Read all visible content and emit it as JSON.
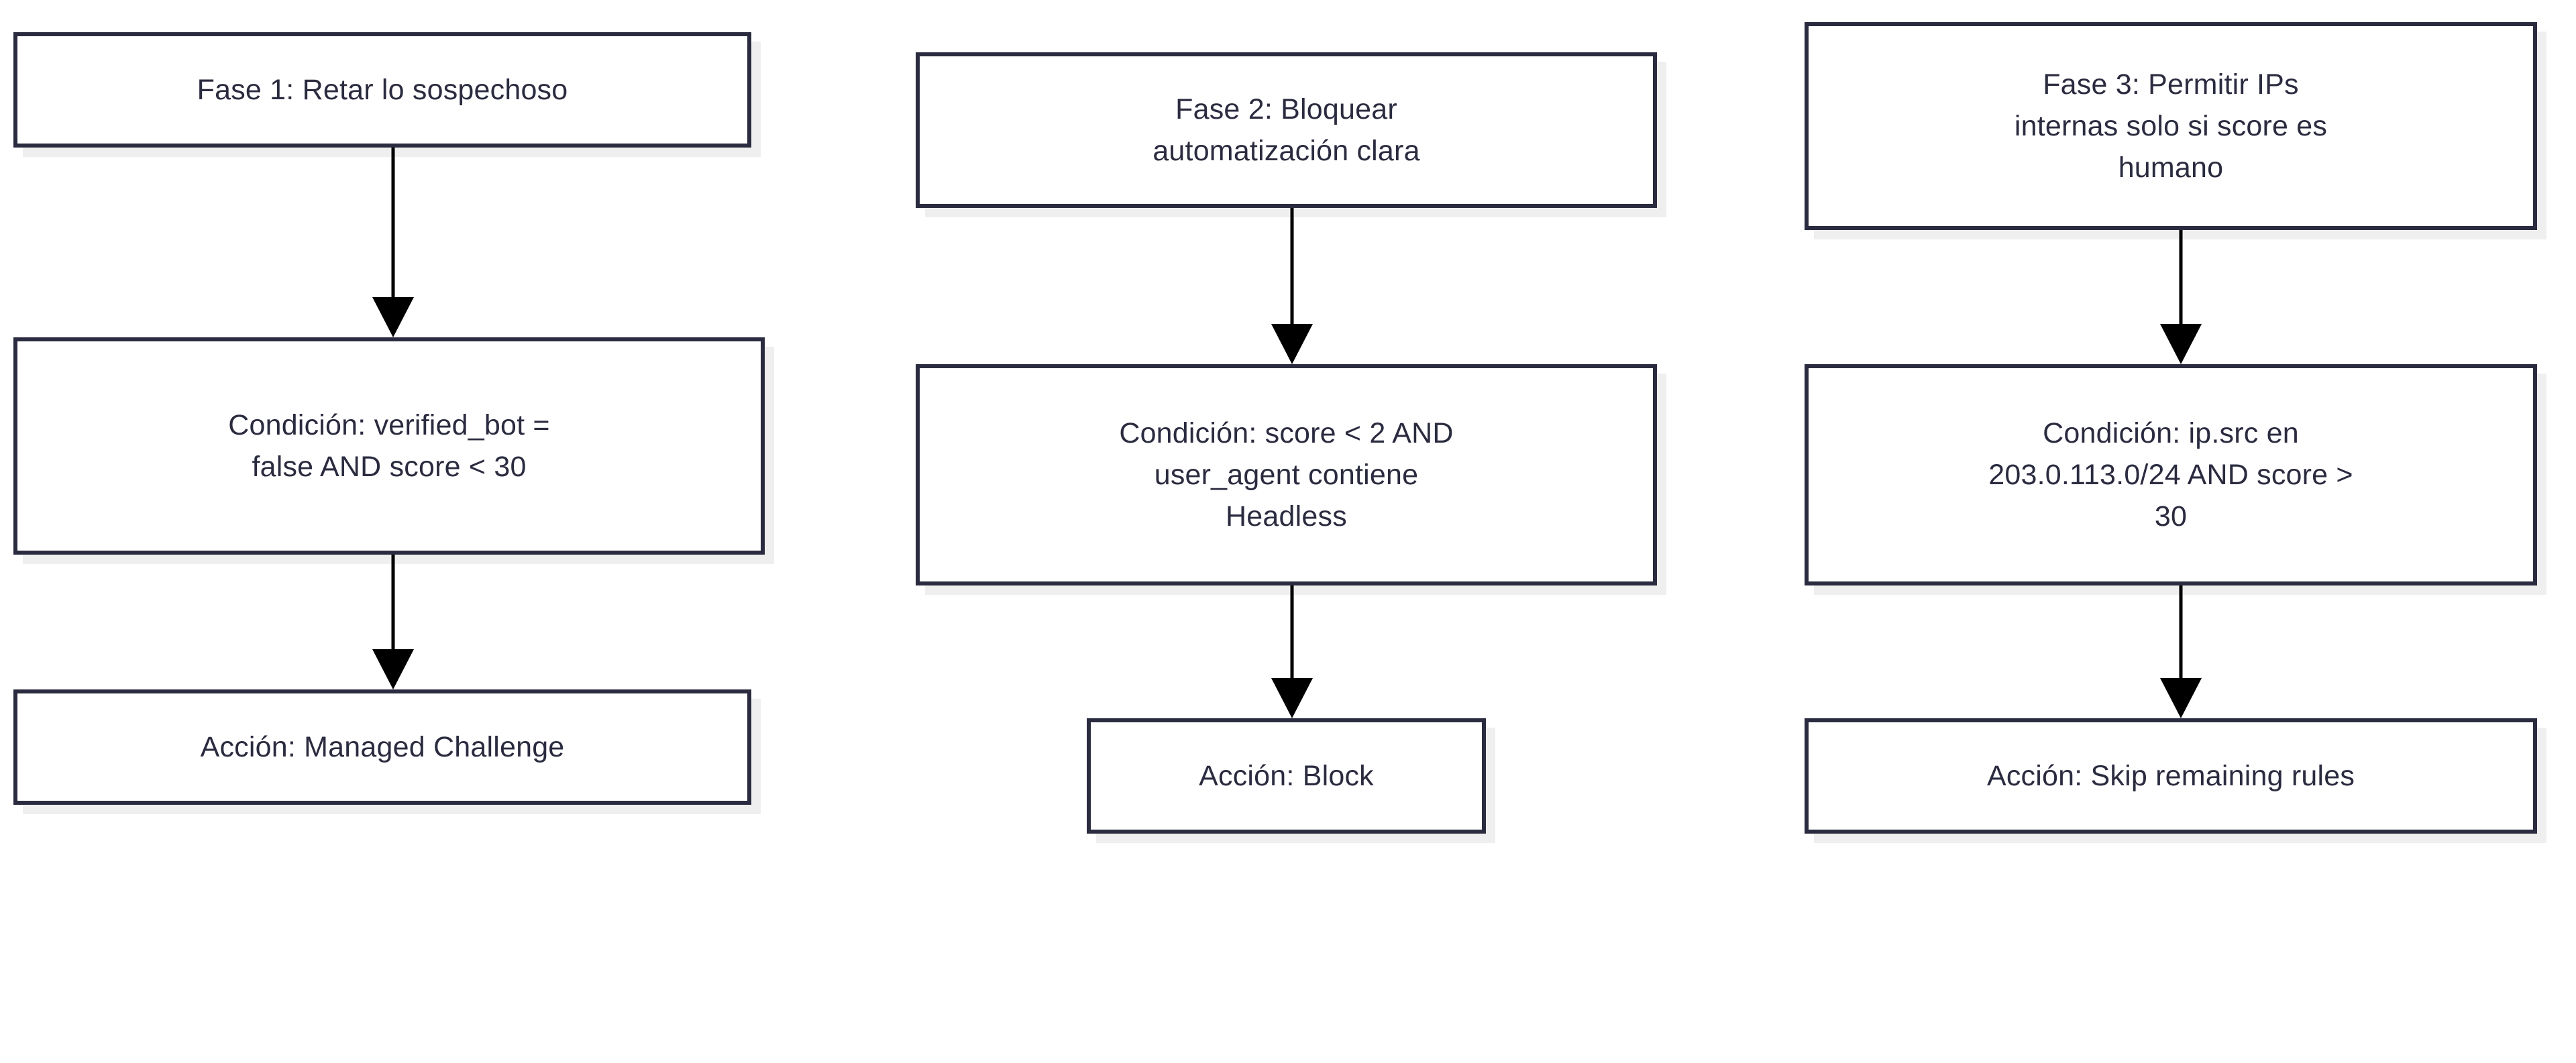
{
  "diagram": {
    "type": "flowchart",
    "orientation": "three-parallel-vertical-flows",
    "theme": {
      "background": "#ffffff",
      "node_fill": "#ffffff",
      "node_border": "#2b2b40",
      "node_shadow": "#efefef",
      "text_color": "#2b2b40",
      "arrow_color": "#000000"
    },
    "columns": [
      {
        "id": "fase-1",
        "nodes": [
          {
            "id": "fase-1-title",
            "role": "phase",
            "label": "Fase 1: Retar lo sospechoso"
          },
          {
            "id": "fase-1-condicion",
            "role": "condition",
            "label": "Condición: verified_bot =\nfalse AND score < 30"
          },
          {
            "id": "fase-1-accion",
            "role": "action",
            "label": "Acción: Managed Challenge"
          }
        ],
        "edges": [
          {
            "from": "fase-1-title",
            "to": "fase-1-condicion",
            "style": "arrow-down"
          },
          {
            "from": "fase-1-condicion",
            "to": "fase-1-accion",
            "style": "arrow-down"
          }
        ]
      },
      {
        "id": "fase-2",
        "nodes": [
          {
            "id": "fase-2-title",
            "role": "phase",
            "label": "Fase 2: Bloquear\nautomatización clara"
          },
          {
            "id": "fase-2-condicion",
            "role": "condition",
            "label": "Condición: score < 2 AND\nuser_agent contiene\nHeadless"
          },
          {
            "id": "fase-2-accion",
            "role": "action",
            "label": "Acción: Block"
          }
        ],
        "edges": [
          {
            "from": "fase-2-title",
            "to": "fase-2-condicion",
            "style": "arrow-down"
          },
          {
            "from": "fase-2-condicion",
            "to": "fase-2-accion",
            "style": "arrow-down"
          }
        ]
      },
      {
        "id": "fase-3",
        "nodes": [
          {
            "id": "fase-3-title",
            "role": "phase",
            "label": "Fase 3: Permitir IPs\ninternas solo si score es\nhumano"
          },
          {
            "id": "fase-3-condicion",
            "role": "condition",
            "label": "Condición: ip.src en\n203.0.113.0/24 AND score >\n30"
          },
          {
            "id": "fase-3-accion",
            "role": "action",
            "label": "Acción: Skip remaining rules"
          }
        ],
        "edges": [
          {
            "from": "fase-3-title",
            "to": "fase-3-condicion",
            "style": "arrow-down"
          },
          {
            "from": "fase-3-condicion",
            "to": "fase-3-accion",
            "style": "arrow-down"
          }
        ]
      }
    ]
  }
}
